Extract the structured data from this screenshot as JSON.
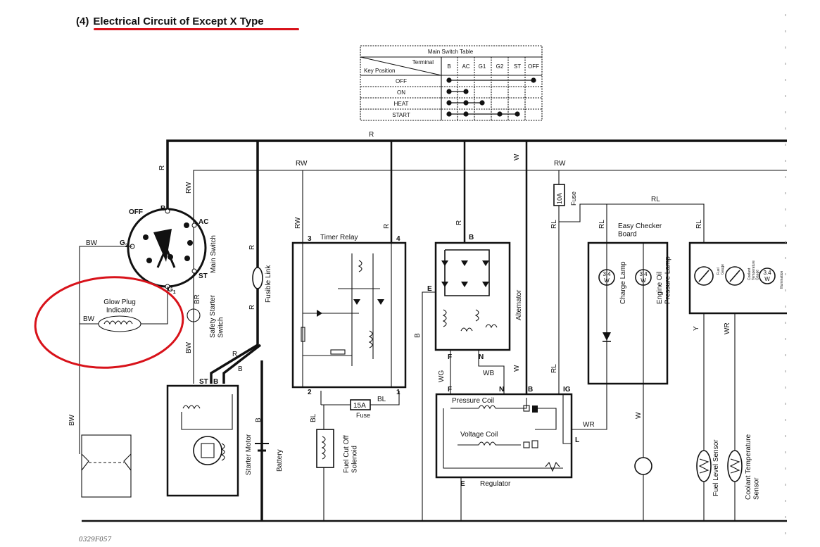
{
  "header": {
    "number": "(4)",
    "title": "Electrical Circuit of Except X Type"
  },
  "switch_table": {
    "title": "Main Switch Table",
    "terminal_label": "Terminal",
    "key_position_label": "Key Position",
    "columns": [
      "B",
      "AC",
      "G1",
      "G2",
      "ST",
      "OFF"
    ],
    "rows": [
      {
        "label": "OFF",
        "connected": [
          "B",
          "OFF"
        ]
      },
      {
        "label": "ON",
        "connected": [
          "B",
          "AC"
        ]
      },
      {
        "label": "HEAT",
        "connected": [
          "B",
          "AC",
          "G1"
        ]
      },
      {
        "label": "START",
        "connected": [
          "B",
          "AC",
          "G2",
          "ST"
        ]
      }
    ]
  },
  "wires": {
    "r": "R",
    "rw": "RW",
    "bw": "BW",
    "br": "BR",
    "b": "B",
    "w": "W",
    "rl": "RL",
    "wg": "WG",
    "wb": "WB",
    "bl": "BL",
    "wr": "WR",
    "y": "Y"
  },
  "main_switch": {
    "label": "Main Switch",
    "off": "OFF",
    "b": "B",
    "ac": "AC",
    "g2": "G",
    "g2_sub": "2",
    "g1": "G",
    "g1_sub": "1",
    "st": "ST"
  },
  "components": {
    "glow_plug_indicator": "Glow Plug\nIndicator",
    "safety_starter_switch": "Safety Starter\nSwitch",
    "fusible_link": "Fusible Link",
    "starter_motor": "Starter Motor",
    "starter_st": "ST",
    "starter_b": "B",
    "battery": "Battery",
    "timer_relay": "Timer Relay",
    "fuel_cut_off_solenoid": "Fuel Cut Off\nSolenoid",
    "fuse_15a": "15A",
    "fuse_label": "Fuse",
    "fuse_10a": "10A",
    "alternator": "Alternator",
    "regulator": "Regulator",
    "pressure_coil": "Pressure Coil",
    "voltage_coil": "Voltage Coil",
    "easy_checker_board": "Easy Checker\nBoard",
    "charge_lamp": "Charge Lamp",
    "engine_oil_pressure_lamp": "Engine Oil\nPressure Lamp",
    "lamp_rating": "3.4\nW",
    "fuel_level_sensor": "Fuel Level Sensor",
    "coolant_temperature_sensor": "Coolant Temperature\nSensor",
    "fuel_gauge": "Fuel\nGauge",
    "coolant_gauge": "Coolant\nTemperature\nGauge",
    "illumination": "Illumination"
  },
  "terminals": {
    "t3": "3",
    "t4": "4",
    "t2": "2",
    "t1": "1",
    "alt_b": "B",
    "alt_e": "E",
    "alt_f": "F",
    "alt_n": "N",
    "reg_f": "F",
    "reg_n": "N",
    "reg_b": "B",
    "reg_ig": "IG",
    "reg_l": "L",
    "reg_e": "E"
  },
  "figure_id": "0329F057"
}
